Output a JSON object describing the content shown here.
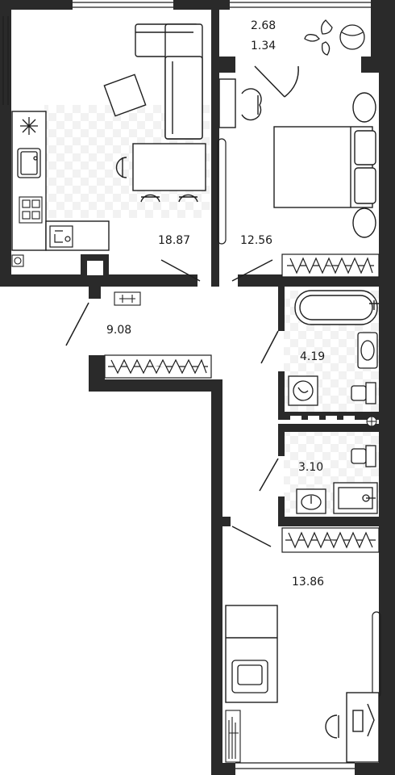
{
  "rooms": {
    "living_kitchen": {
      "area": "18.87"
    },
    "bedroom": {
      "area": "12.56"
    },
    "hallway": {
      "area": "9.08"
    },
    "bathroom": {
      "area": "4.19"
    },
    "wc": {
      "area": "3.10"
    },
    "room2": {
      "area": "13.86"
    },
    "balcony": {
      "area_total": "2.68",
      "area_reduced": "1.34"
    }
  },
  "colors": {
    "wall": "#2a2a2a",
    "line": "#1e1e1e",
    "tile": "#ebebeb",
    "floor": "#ffffff",
    "wet_floor": "#f4f4f4"
  },
  "icons": [
    "sofa-icon",
    "armchair-icon",
    "dining-table-icon",
    "chair-icon",
    "hob-icon",
    "sink-icon",
    "washing-machine-icon",
    "bed-icon",
    "pillow-icon",
    "nightstand-icon",
    "desk-icon",
    "wardrobe-icon",
    "bathtub-icon",
    "toilet-icon",
    "shower-icon",
    "flower-icon",
    "boiler-icon",
    "radiator-icon"
  ]
}
